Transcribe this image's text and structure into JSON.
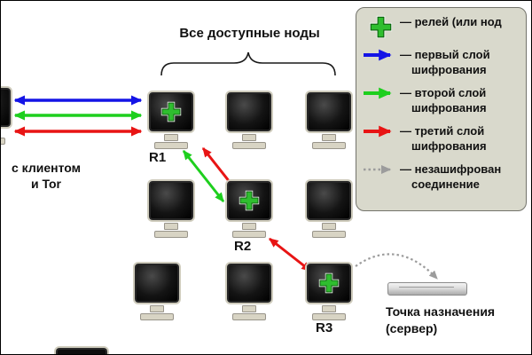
{
  "title": "Все доступные ноды",
  "client": {
    "line1": "с клиентом",
    "line2": "и Tor"
  },
  "relays": {
    "r1": "R1",
    "r2": "R2",
    "r3": "R3"
  },
  "destination": {
    "line1": "Точка назначения",
    "line2": "(сервер)"
  },
  "legend": {
    "items": [
      {
        "name": "relay",
        "line1": "— релей (или нод",
        "line2": ""
      },
      {
        "name": "first-layer",
        "line1": "— первый слой",
        "line2": "шифрования"
      },
      {
        "name": "second-layer",
        "line1": "— второй слой",
        "line2": "шифрования"
      },
      {
        "name": "third-layer",
        "line1": "— третий слой",
        "line2": "шифрования"
      },
      {
        "name": "unencrypted",
        "line1": "— незашифрован",
        "line2": "соединение"
      }
    ]
  },
  "colors": {
    "blue": "#1414e6",
    "green": "#1ecf1e",
    "red": "#e81414",
    "gray": "#9c9c9c",
    "relay_green": "#2fbe2f"
  }
}
